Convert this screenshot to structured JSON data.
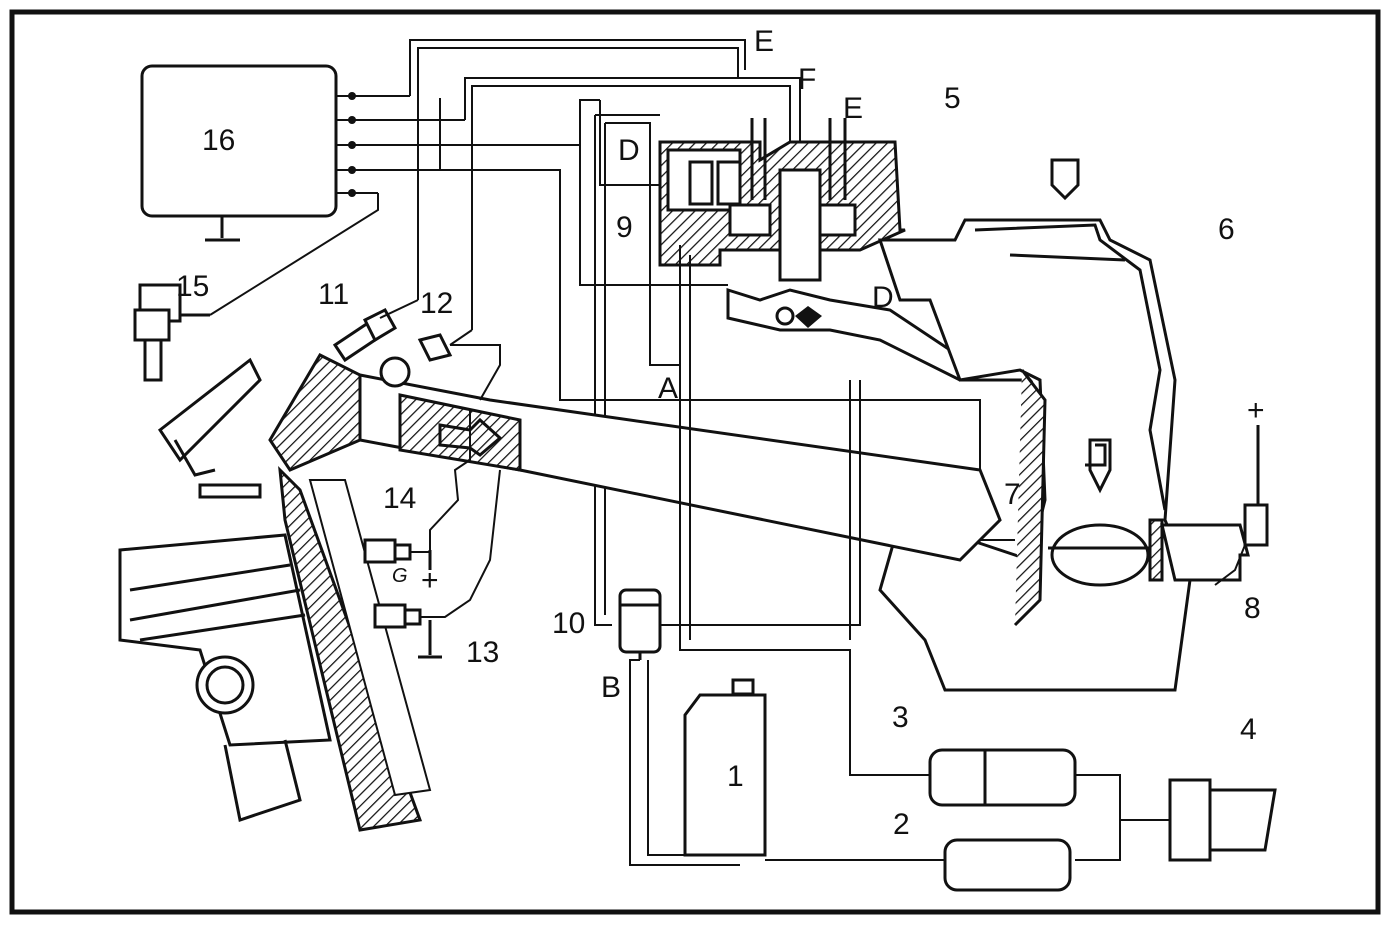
{
  "diagram": {
    "numbered_labels": [
      "1",
      "2",
      "3",
      "4",
      "5",
      "6",
      "7",
      "8",
      "9",
      "10",
      "11",
      "12",
      "13",
      "14",
      "15",
      "16"
    ],
    "letter_labels": {
      "A": "A",
      "B": "B",
      "D_top": "D",
      "D_mid": "D",
      "E_top": "E",
      "E_mid": "E",
      "F": "F",
      "G": "G"
    },
    "symbols": {
      "plus_right": "+",
      "plus_g": "+"
    }
  }
}
